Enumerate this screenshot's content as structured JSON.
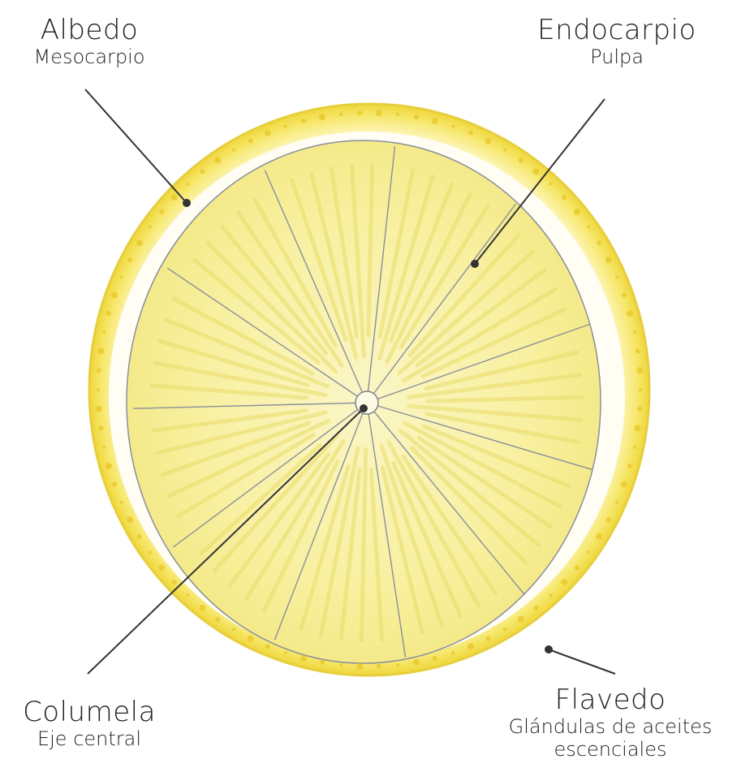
{
  "labels": {
    "albedo": {
      "main": "Albedo",
      "sub": "Mesocarpio"
    },
    "endocarpio": {
      "main": "Endocarpio",
      "sub": "Pulpa"
    },
    "columela": {
      "main": "Columela",
      "sub": "Eje central"
    },
    "flavedo": {
      "main": "Flavedo",
      "sub1": "Glándulas de aceites",
      "sub2": "escenciales"
    }
  },
  "colors": {
    "flavedo": "#f2e04a",
    "albedo": "#fffdf2",
    "pulp": "#f7ef8a",
    "segment_lines": "#8a8f9a",
    "leader_lines": "#333333"
  }
}
